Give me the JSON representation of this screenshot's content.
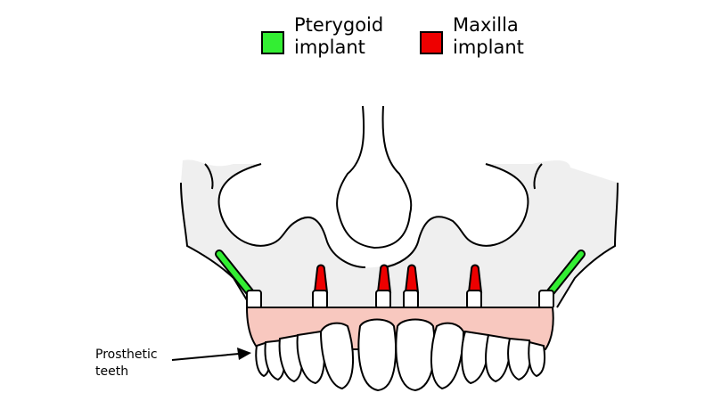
{
  "legend": [
    {
      "line1": "Pterygoid",
      "line2": "implant",
      "color": "#33ee33"
    },
    {
      "line1": "Maxilla",
      "line2": "implant",
      "color": "#ee0000"
    }
  ],
  "annotation": {
    "line1": "Prosthetic",
    "line2": "teeth"
  },
  "colors": {
    "bone": "#efefef",
    "gum": "#f8c8bf",
    "tooth": "#ffffff",
    "outline": "#000000"
  }
}
